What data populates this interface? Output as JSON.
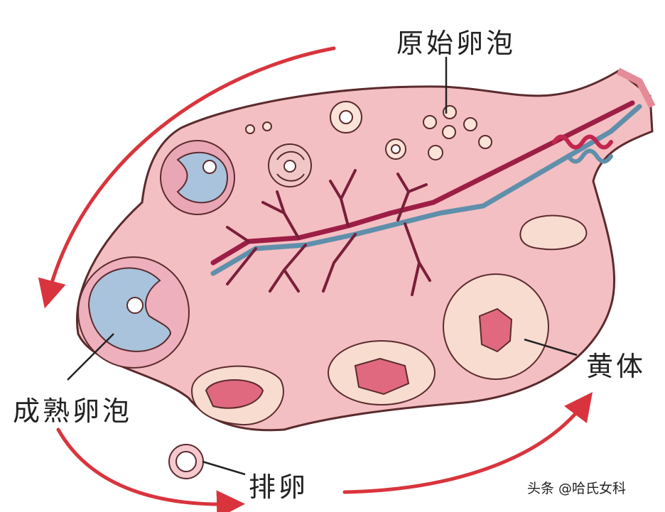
{
  "labels": {
    "primordial_follicle": "原始卵泡",
    "mature_follicle": "成熟卵泡",
    "ovulation": "排卵",
    "corpus_luteum": "黄体"
  },
  "watermark": "头条 @哈氏女科",
  "colors": {
    "ovary": "#f4bfc2",
    "outline": "#5b2b2e",
    "arrow": "#d9343d",
    "artery": "#9c1e46",
    "vein": "#5f8fab",
    "follicle_fluid": "#a9c3dc"
  }
}
